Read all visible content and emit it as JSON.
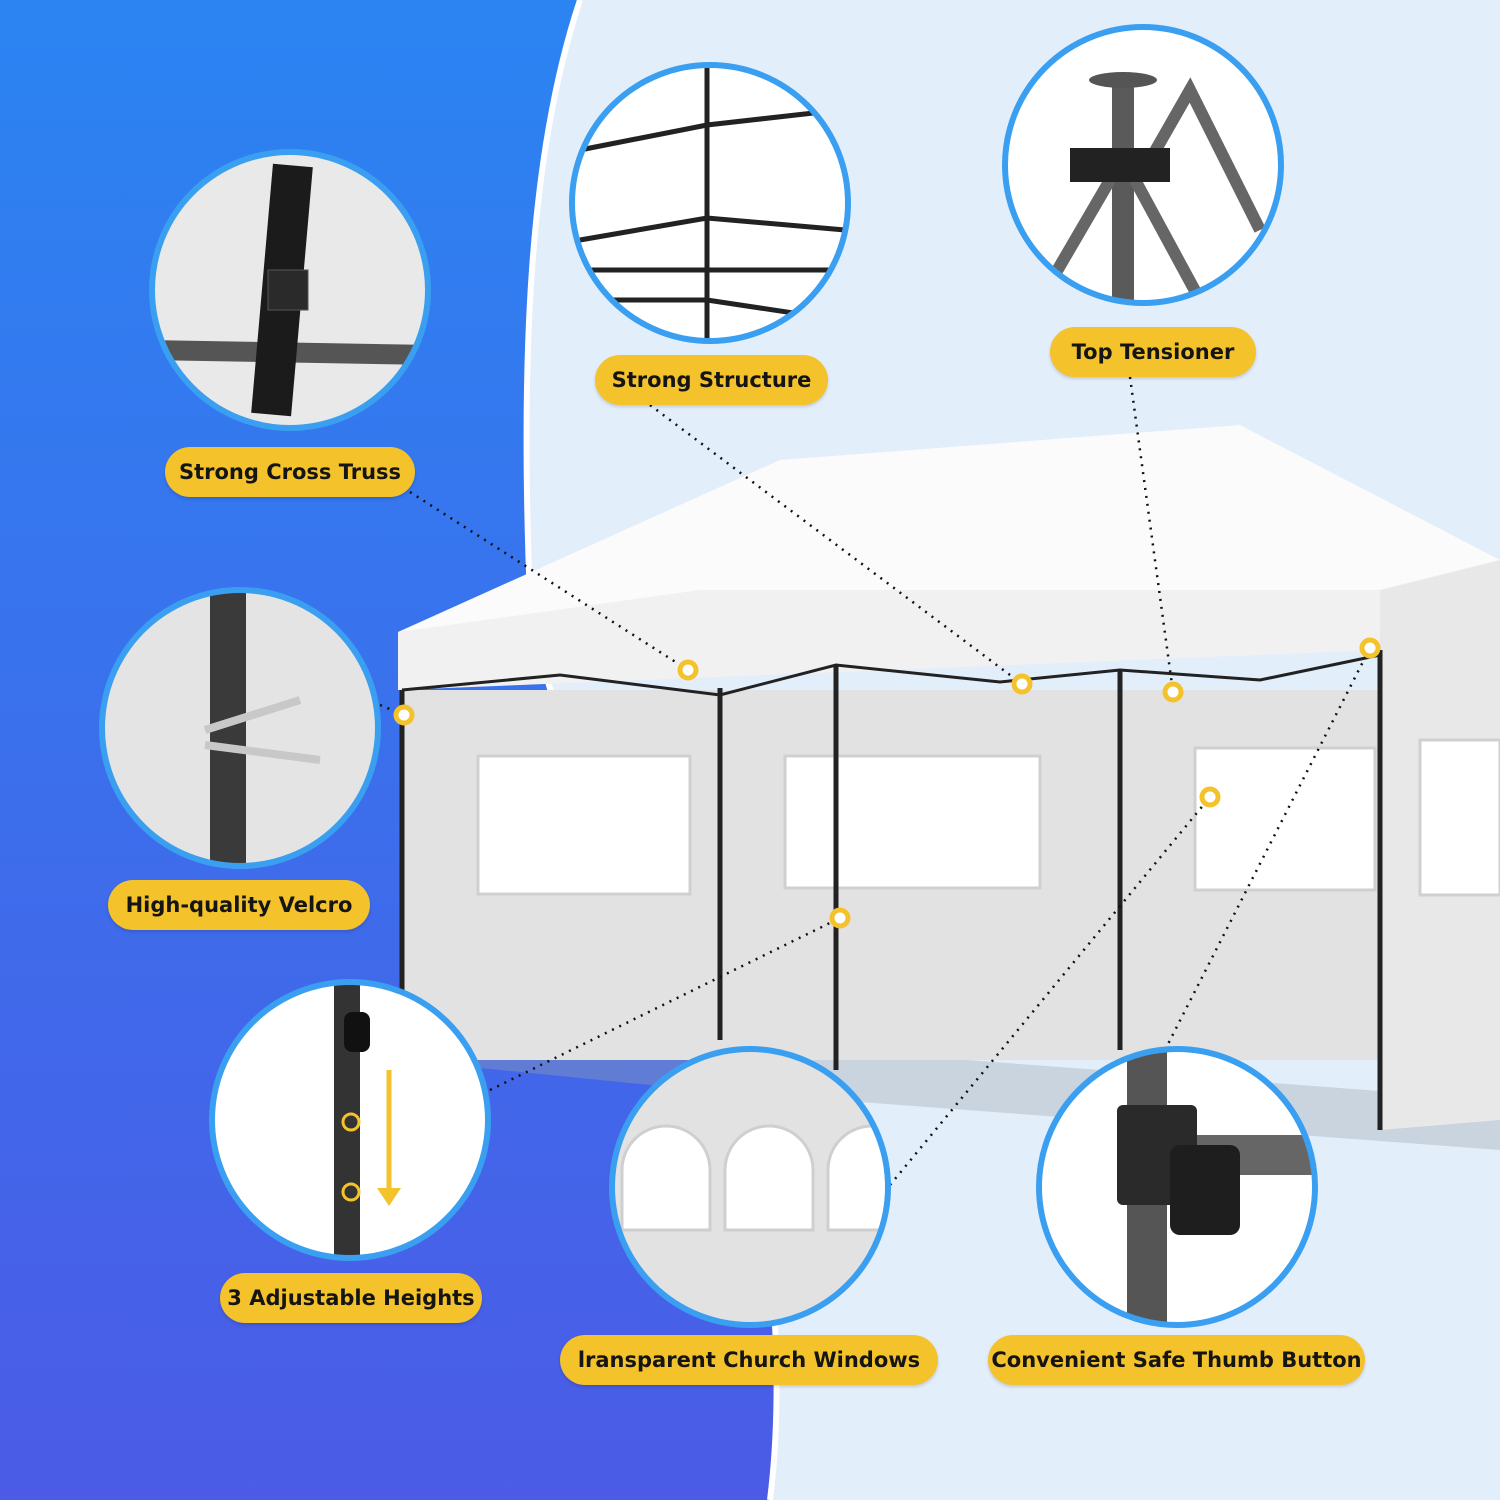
{
  "features": [
    {
      "id": "cross-truss",
      "label": "Strong Cross Truss"
    },
    {
      "id": "velcro",
      "label": "High-quality Velcro"
    },
    {
      "id": "heights",
      "label": "3 Adjustable Heights"
    },
    {
      "id": "structure",
      "label": "Strong Structure"
    },
    {
      "id": "tensioner",
      "label": "Top Tensioner"
    },
    {
      "id": "windows",
      "label": "lransparent Church Windows"
    },
    {
      "id": "thumb-button",
      "label": "Convenient Safe Thumb Button"
    }
  ],
  "colors": {
    "blue_top": "#2b84f2",
    "blue_bottom": "#4b5be6",
    "light_bg": "#e3eefb",
    "accent_yellow": "#f4c22b",
    "circle_border": "#3a9ff0"
  }
}
